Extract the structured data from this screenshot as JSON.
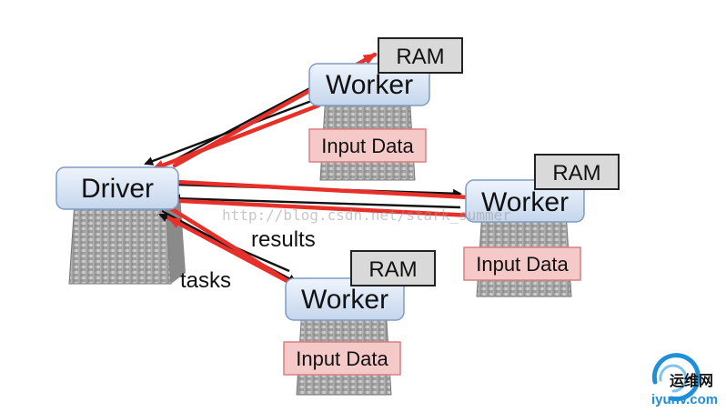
{
  "driver": {
    "label": "Driver"
  },
  "workers": [
    {
      "label": "Worker",
      "ram": "RAM",
      "input": "Input Data"
    },
    {
      "label": "Worker",
      "ram": "RAM",
      "input": "Input Data"
    },
    {
      "label": "Worker",
      "ram": "RAM",
      "input": "Input Data"
    }
  ],
  "edge_labels": {
    "results": "results",
    "tasks": "tasks"
  },
  "watermark": {
    "text": "http://blog.csdn.net/stark_summer"
  },
  "logo": {
    "brand_cn": "运维网",
    "domain": "iyunv.com"
  },
  "colors": {
    "box_fill_top": "#eaf1fb",
    "box_fill_bottom": "#c9d9ee",
    "box_stroke": "#7d9bc4",
    "ram_fill": "#d9d9d9",
    "input_fill": "#f6c9c9",
    "input_stroke": "#d98080",
    "arrow_red": "#e8302a",
    "arrow_black": "#111111",
    "logo_blue": "#1e8fd8"
  }
}
